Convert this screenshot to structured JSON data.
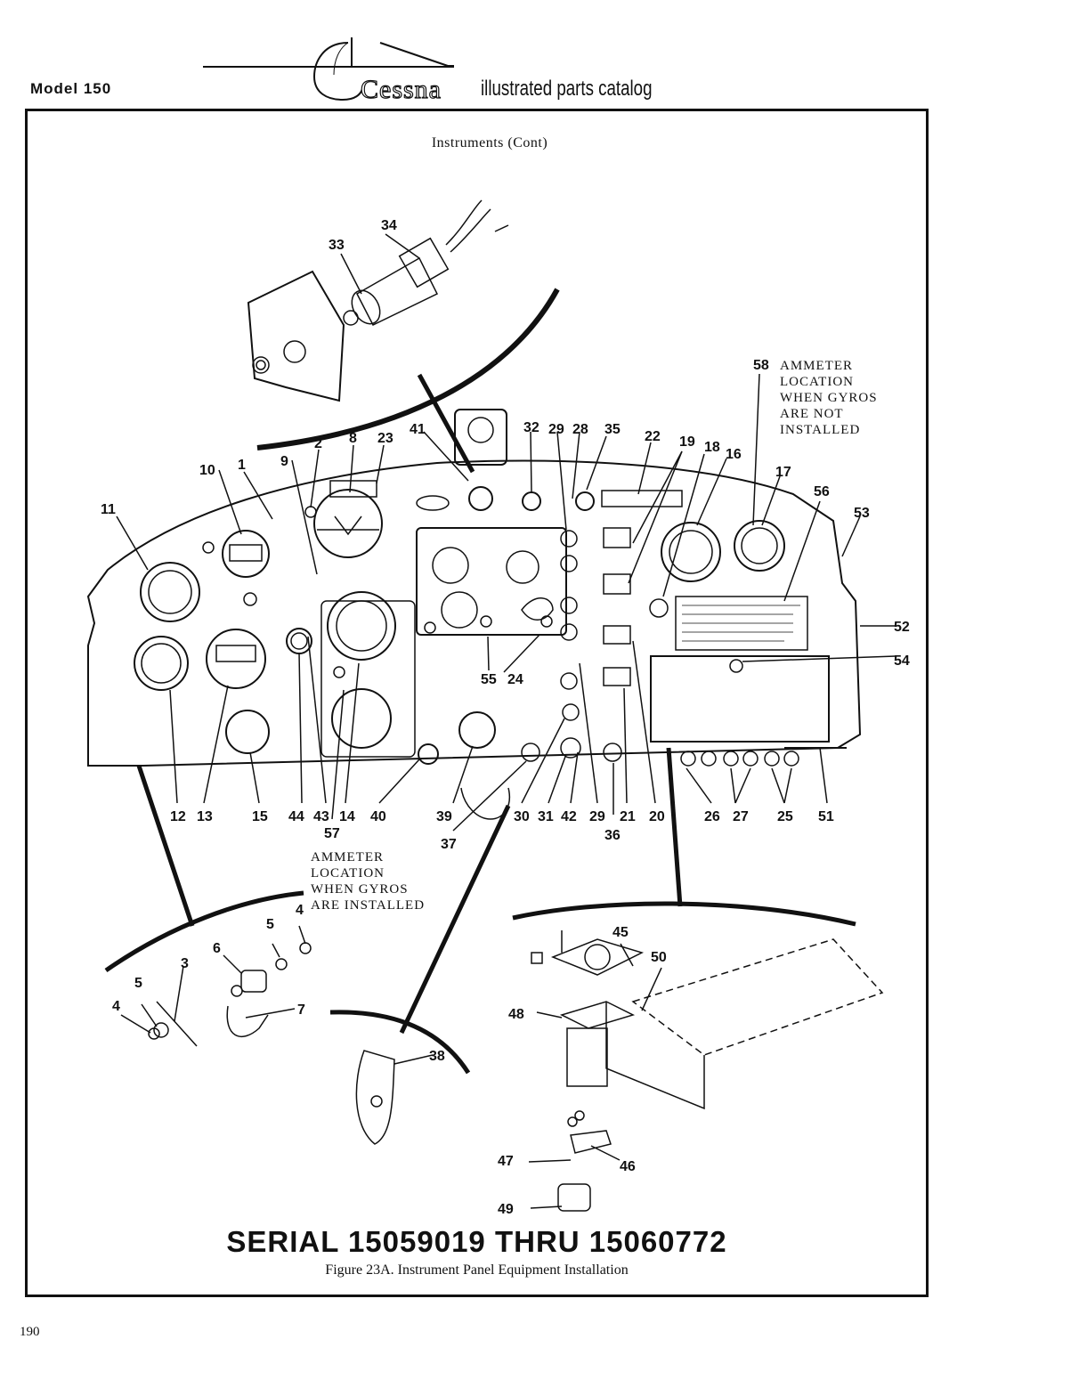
{
  "header": {
    "model": "Model 150",
    "brand": "Cessna",
    "catalog_title": "illustrated parts catalog"
  },
  "figure": {
    "subtitle": "Instruments (Cont)",
    "serial": "SERIAL 15059019 THRU 15060772",
    "caption": "Figure 23A.  Instrument Panel Equipment Installation",
    "notes": {
      "top_right": [
        "AMMETER",
        "LOCATION",
        "WHEN GYROS",
        "ARE NOT",
        "INSTALLED"
      ],
      "bottom_left": [
        "AMMETER",
        "LOCATION",
        "WHEN GYROS",
        "ARE INSTALLED"
      ]
    },
    "callouts": [
      {
        "id": "c34",
        "label": "34"
      },
      {
        "id": "c33",
        "label": "33"
      },
      {
        "id": "c58",
        "label": "58"
      },
      {
        "id": "c2",
        "label": "2"
      },
      {
        "id": "c8",
        "label": "8"
      },
      {
        "id": "c23",
        "label": "23"
      },
      {
        "id": "c41",
        "label": "41"
      },
      {
        "id": "c32",
        "label": "32"
      },
      {
        "id": "c29a",
        "label": "29"
      },
      {
        "id": "c28",
        "label": "28"
      },
      {
        "id": "c35",
        "label": "35"
      },
      {
        "id": "c22",
        "label": "22"
      },
      {
        "id": "c19",
        "label": "19"
      },
      {
        "id": "c18",
        "label": "18"
      },
      {
        "id": "c16",
        "label": "16"
      },
      {
        "id": "c17",
        "label": "17"
      },
      {
        "id": "c9",
        "label": "9"
      },
      {
        "id": "c10",
        "label": "10"
      },
      {
        "id": "c1",
        "label": "1"
      },
      {
        "id": "c11",
        "label": "11"
      },
      {
        "id": "c56",
        "label": "56"
      },
      {
        "id": "c53",
        "label": "53"
      },
      {
        "id": "c52",
        "label": "52"
      },
      {
        "id": "c54",
        "label": "54"
      },
      {
        "id": "c55",
        "label": "55"
      },
      {
        "id": "c24",
        "label": "24"
      },
      {
        "id": "c12",
        "label": "12"
      },
      {
        "id": "c13",
        "label": "13"
      },
      {
        "id": "c15",
        "label": "15"
      },
      {
        "id": "c44",
        "label": "44"
      },
      {
        "id": "c43",
        "label": "43"
      },
      {
        "id": "c14",
        "label": "14"
      },
      {
        "id": "c40",
        "label": "40"
      },
      {
        "id": "c57",
        "label": "57"
      },
      {
        "id": "c39",
        "label": "39"
      },
      {
        "id": "c37",
        "label": "37"
      },
      {
        "id": "c30",
        "label": "30"
      },
      {
        "id": "c31",
        "label": "31"
      },
      {
        "id": "c42",
        "label": "42"
      },
      {
        "id": "c29b",
        "label": "29"
      },
      {
        "id": "c21",
        "label": "21"
      },
      {
        "id": "c36",
        "label": "36"
      },
      {
        "id": "c20",
        "label": "20"
      },
      {
        "id": "c26",
        "label": "26"
      },
      {
        "id": "c27",
        "label": "27"
      },
      {
        "id": "c25",
        "label": "25"
      },
      {
        "id": "c51",
        "label": "51"
      },
      {
        "id": "c4a",
        "label": "4"
      },
      {
        "id": "c5a",
        "label": "5"
      },
      {
        "id": "c6",
        "label": "6"
      },
      {
        "id": "c7",
        "label": "7"
      },
      {
        "id": "c3",
        "label": "3"
      },
      {
        "id": "c5b",
        "label": "5"
      },
      {
        "id": "c4b",
        "label": "4"
      },
      {
        "id": "c38",
        "label": "38"
      },
      {
        "id": "c45",
        "label": "45"
      },
      {
        "id": "c50",
        "label": "50"
      },
      {
        "id": "c48",
        "label": "48"
      },
      {
        "id": "c47",
        "label": "47"
      },
      {
        "id": "c46",
        "label": "46"
      },
      {
        "id": "c49",
        "label": "49"
      }
    ]
  },
  "footer": {
    "page_number": "190"
  }
}
